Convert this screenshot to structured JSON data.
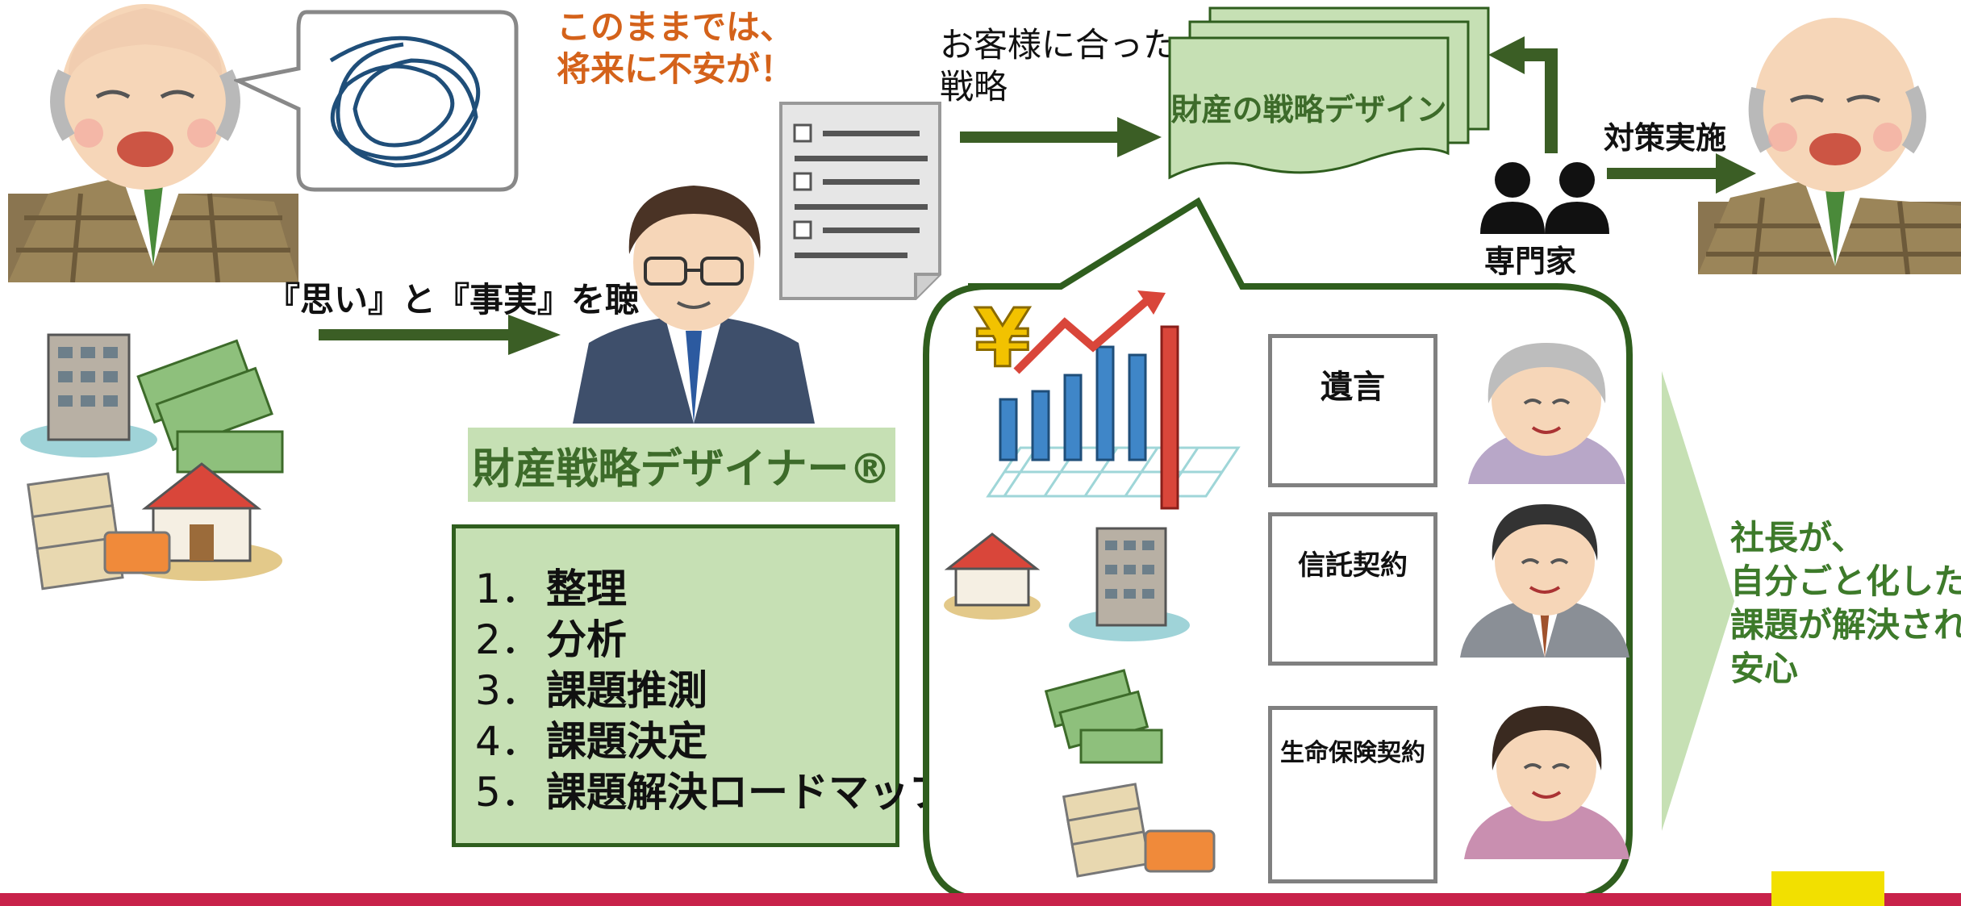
{
  "speech_bubble": {
    "text_top": "このままでは、",
    "text_bottom": "将来に不安が！"
  },
  "strategy_caption": {
    "line1": "お客様に合った",
    "line2": "戦略"
  },
  "design_doc": {
    "label": "財産の戦略デザイン"
  },
  "experts": {
    "label": "専門家"
  },
  "action": {
    "label": "対策実施"
  },
  "listen": {
    "label": "『思い』と『事実』を聴く"
  },
  "designer": {
    "title": "財産戦略デザイナー®"
  },
  "steps": [
    {
      "num": "1．",
      "label": "整理"
    },
    {
      "num": "2．",
      "label": "分析"
    },
    {
      "num": "3．",
      "label": "課題推測"
    },
    {
      "num": "4．",
      "label": "課題決定"
    },
    {
      "num": "5．",
      "label": "課題解決ロードマップ"
    }
  ],
  "documents": [
    {
      "label": "遺言"
    },
    {
      "label": "信託契約"
    },
    {
      "label": "生命保険契約"
    }
  ],
  "result": {
    "line1": "社長が、",
    "line2": "自分ごと化した",
    "line3": "課題が解決され",
    "line4": "安心"
  },
  "yen_symbol": "¥",
  "colors": {
    "arrow_green": "#3b5e25",
    "light_green": "#c6e0b4",
    "orange": "#d4621a",
    "bottom_bar": "#c8224a",
    "accent_yellow": "#f2e000"
  }
}
